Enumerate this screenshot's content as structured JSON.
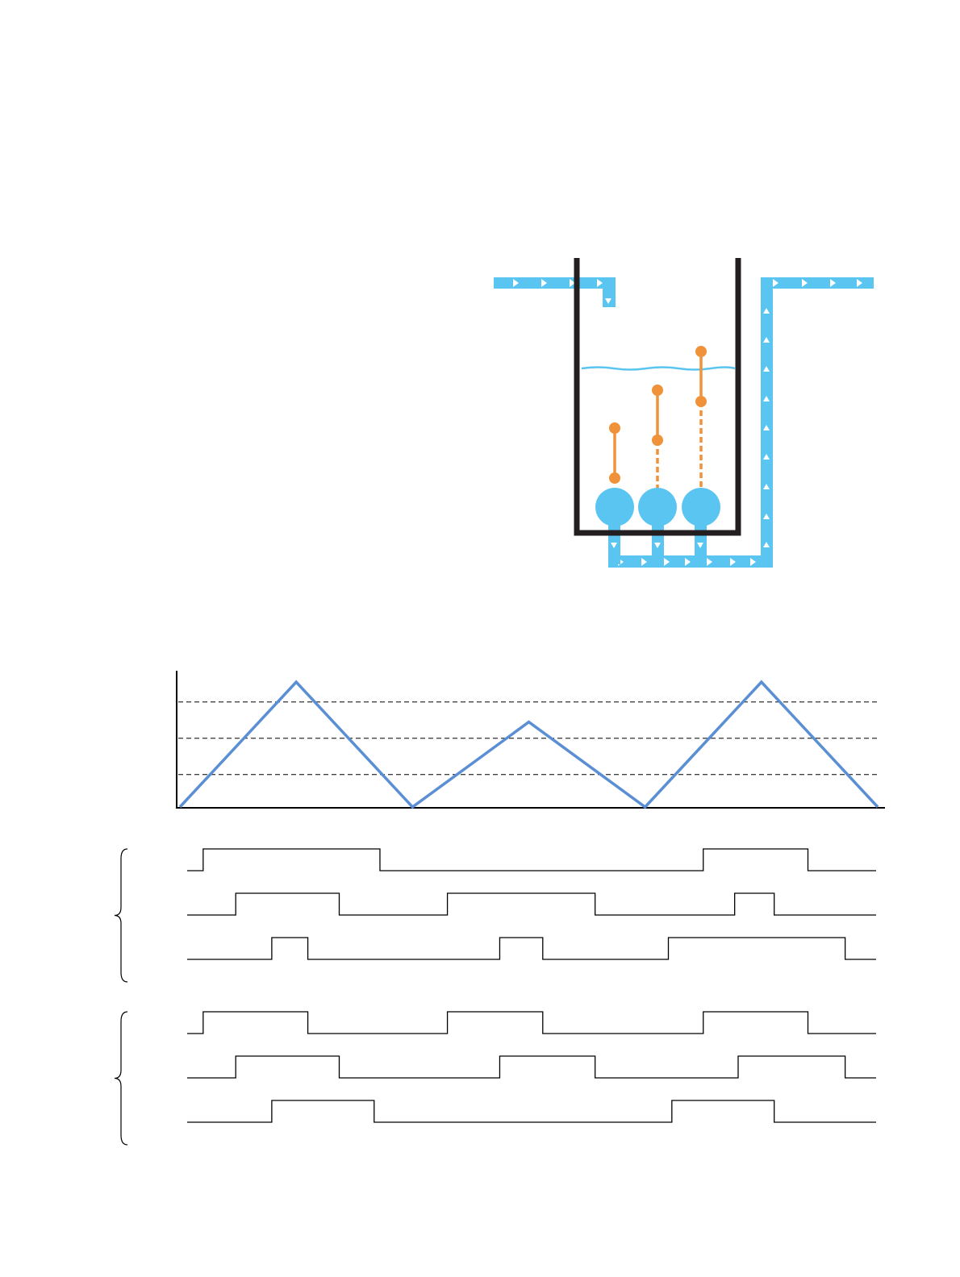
{
  "colors": {
    "pipe": "#5BC5F2",
    "arrow": "#FFFFFF",
    "tank_wall": "#231F20",
    "water_line": "#5BC5F2",
    "pump": "#5BC5F2",
    "float_switch": "#F0923A",
    "level_curve": "#5B8FD4",
    "threshold_line": "#000000",
    "axis": "#000000",
    "timing_signal": "#000000",
    "brace": "#000000"
  },
  "icons": {
    "flow_arrow": "triangle-arrow",
    "pump": "pump-icon",
    "float_switch": "float-switch-icon"
  },
  "pumps": [
    {
      "float_switch_style": "solid-rod"
    },
    {
      "float_switch_style": "dashed-rod"
    },
    {
      "float_switch_style": "dashed-rod"
    }
  ],
  "chart_data": {
    "type": "line",
    "x": [
      0,
      1,
      2,
      3,
      4,
      5,
      6
    ],
    "series": [
      {
        "values": [
          0,
          1.0,
          0,
          0.68,
          0,
          1.0,
          0
        ]
      }
    ],
    "thresholds": [
      0.26,
      0.55,
      0.84
    ],
    "ylim": [
      0,
      1.08
    ],
    "xlim": [
      0,
      6
    ],
    "grid": false
  },
  "timing_groups": [
    {
      "signals": [
        {
          "transitions": [
            0.2,
            1.72,
            4.5,
            5.4
          ]
        },
        {
          "transitions": [
            0.48,
            1.37,
            2.3,
            3.57,
            4.77,
            5.11
          ]
        },
        {
          "transitions": [
            0.79,
            1.1,
            2.75,
            3.12,
            4.2,
            5.72
          ]
        }
      ]
    },
    {
      "signals": [
        {
          "transitions": [
            0.2,
            1.1,
            2.3,
            3.12,
            4.5,
            5.4
          ]
        },
        {
          "transitions": [
            0.48,
            1.37,
            2.75,
            3.57,
            4.8,
            5.72
          ]
        },
        {
          "transitions": [
            0.79,
            1.67,
            4.23,
            5.11
          ]
        }
      ]
    }
  ]
}
